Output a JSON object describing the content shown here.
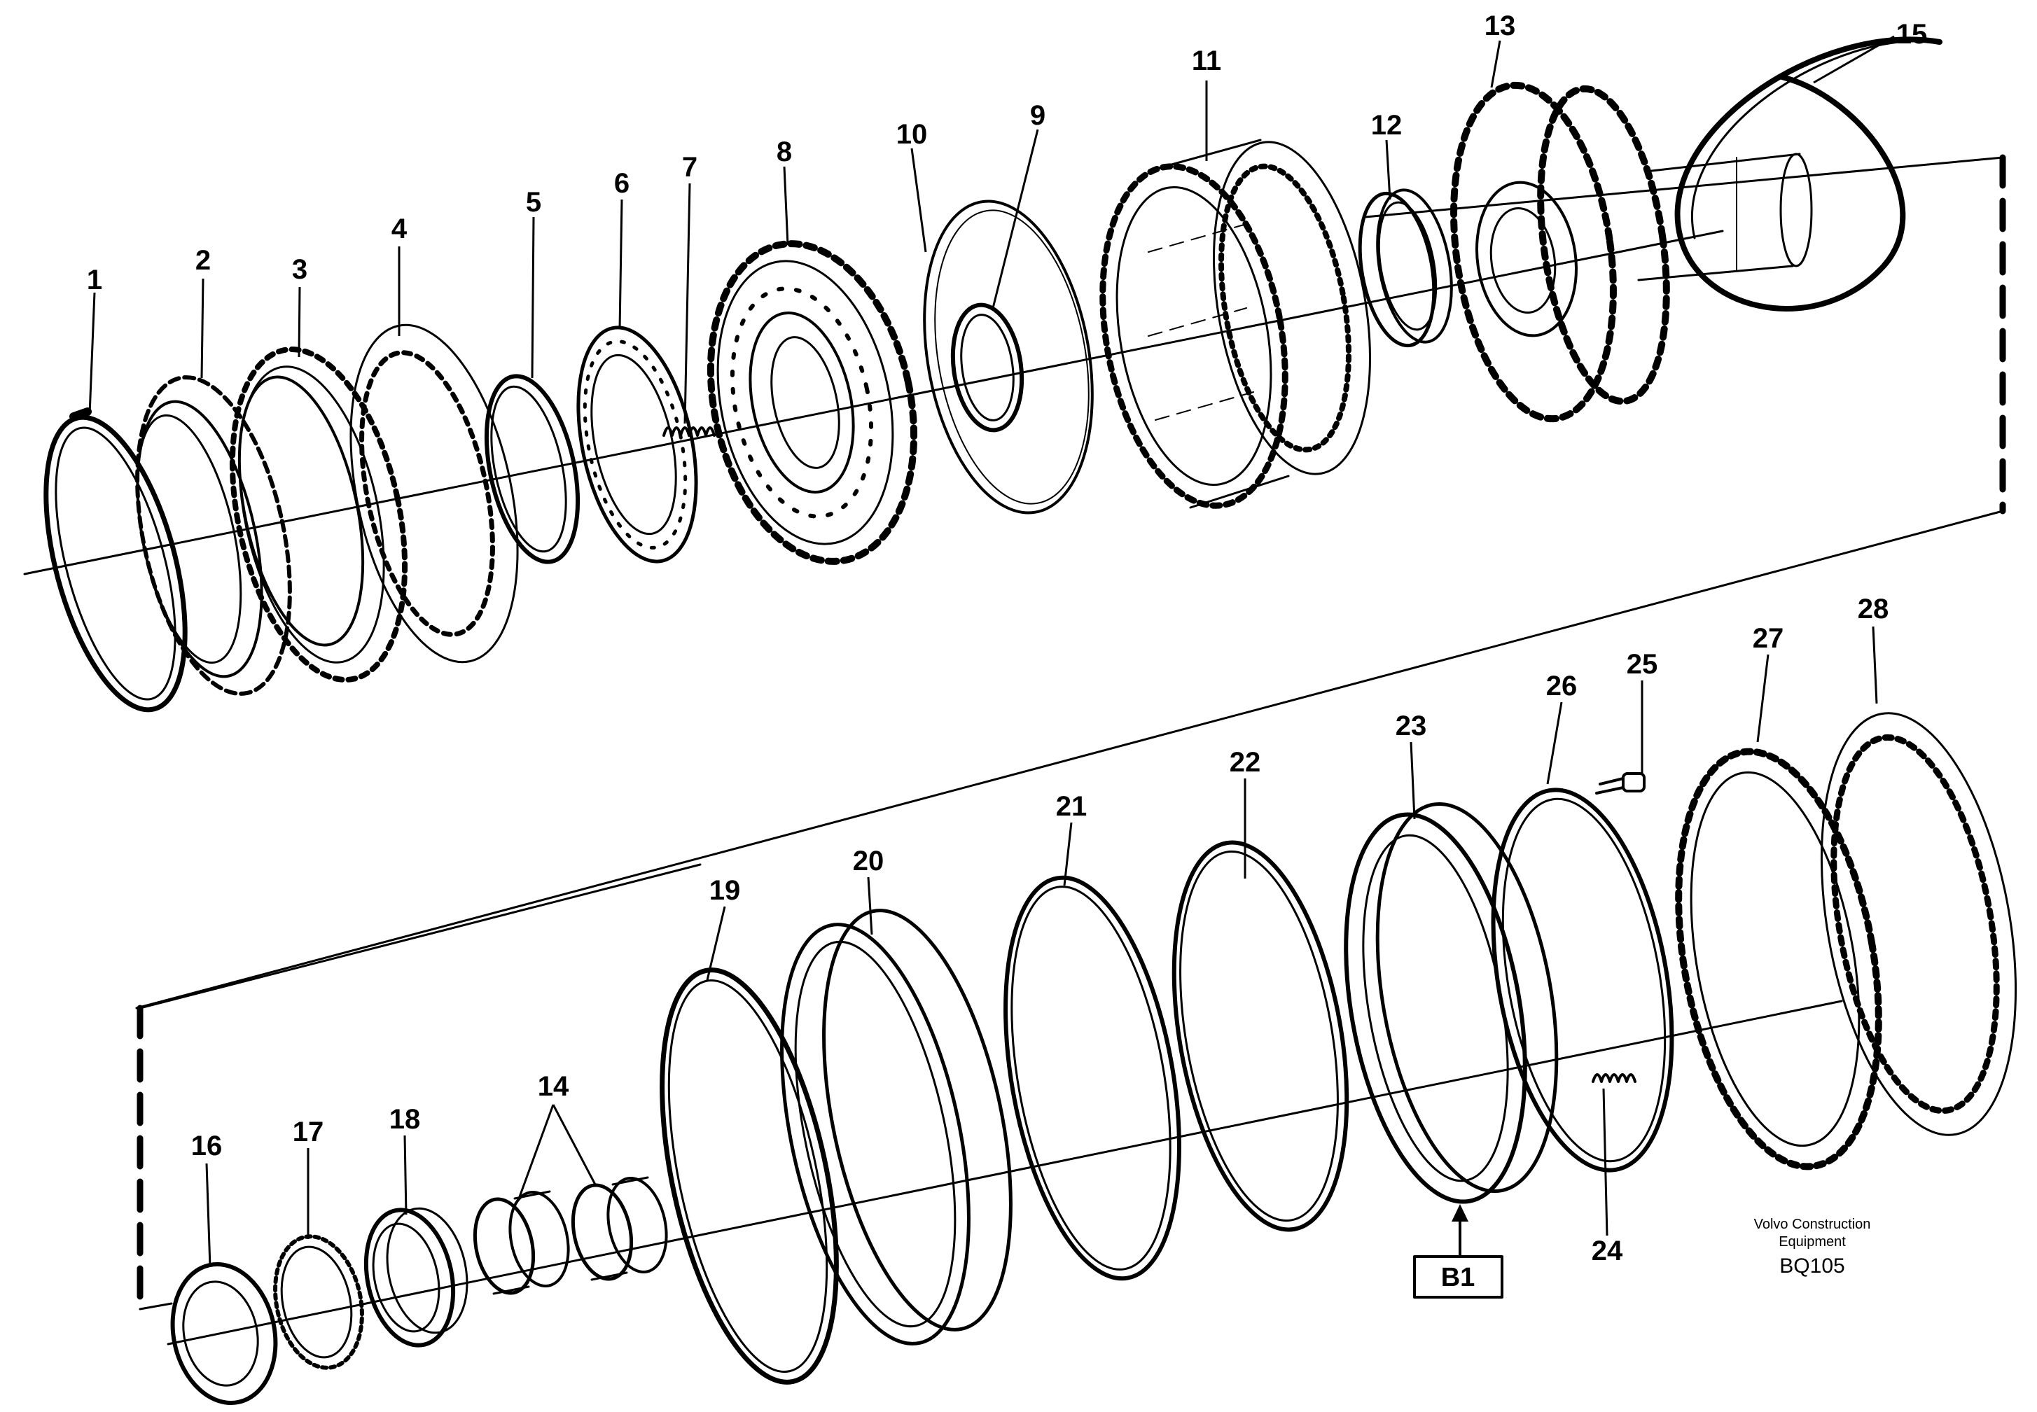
{
  "diagram": {
    "part_numbers": [
      "1",
      "2",
      "3",
      "4",
      "5",
      "6",
      "7",
      "8",
      "9",
      "10",
      "11",
      "12",
      "13",
      "14",
      "15",
      "16",
      "17",
      "18",
      "19",
      "20",
      "21",
      "22",
      "23",
      "24",
      "25",
      "26",
      "27",
      "28"
    ],
    "reference_box": "B1",
    "caption_line1": "Volvo Construction",
    "caption_line2": "Equipment",
    "figure_code": "BQ105"
  }
}
